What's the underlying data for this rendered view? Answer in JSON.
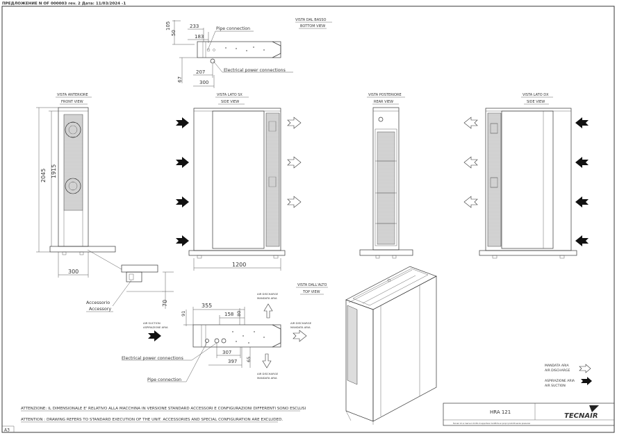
{
  "header": {
    "doc_ref": "ПРЕДЛОЖЕНИЕ N OF 000003 rev. 2 Дата: 11/03/2024 -1"
  },
  "bottom_view": {
    "title_it": "VISTA DAL BASSO",
    "title_en": "BOTTOM VIEW",
    "dims": [
      "105",
      "50",
      "233",
      "183",
      "207",
      "300",
      "67"
    ],
    "pipe_label": "Pipe connection",
    "elec_label": "Electrical power connections"
  },
  "front_view": {
    "title_it": "VISTA ANTERIORE",
    "title_en": "FRONT VIEW",
    "dims": [
      "2045",
      "1915",
      "300"
    ],
    "accessory_it": "Accessorio",
    "accessory_en": "Accessory",
    "accessory_dim": "70"
  },
  "left_side_view": {
    "title_it": "VISTA LATO SX",
    "title_en": "SIDE VIEW",
    "width_dim": "1200"
  },
  "rear_view": {
    "title_it": "VISTA POSTERIORE",
    "title_en": "REAR VIEW"
  },
  "right_side_view": {
    "title_it": "VISTA LATO DX",
    "title_en": "SIDE VIEW"
  },
  "top_view": {
    "title_it": "VISTA DALL'ALTO",
    "title_en": "TOP VIEW",
    "dims": [
      "91",
      "355",
      "158",
      "80",
      "307",
      "397",
      "65"
    ],
    "air_discharge_top_en": "AIR DISCHARGE",
    "air_discharge_top_it": "MANDATA ARIA",
    "air_discharge_right_en": "AIR DISCHARGE",
    "air_discharge_right_it": "MANDATA ARIA",
    "air_discharge_bottom_en": "AIR DISCHARGE",
    "air_discharge_bottom_it": "MANDATA ARIA",
    "air_suction_en": "AIR SUCTION",
    "air_suction_it": "ASPIRAZIONE ARIA",
    "elec_label": "Electrical power connections",
    "pipe_label": "Pipe connection"
  },
  "legend": {
    "discharge_it": "MANDATA ARIA",
    "discharge_en": "AIR DISCHARGE",
    "suction_it": "ASPIRAZIONE ARIA",
    "suction_en": "AIR SUCTION"
  },
  "notes": {
    "it": "ATTENZIONE: IL DIMENSIONALE E' RELATIVO ALLA MACCHINA IN VERSIONE STANDARD ACCESSORI E CONFIGURAZIONI DIFFERENTI SONO ESCLUSI",
    "en": "ATTENTION : DRAWING REFERS TO STANDARD EXECUTION OF THE UNIT. ACCESSORIES AND SPECIAL CONFIGURATION ARE EXCLUDED."
  },
  "title_block": {
    "model": "HRA 121",
    "brand": "TECNAIR",
    "disclaimer": "Tecnair LV si riserva il diritto di apportare modifiche ai propri prodotti senza preavviso"
  },
  "sheet_size": "A3"
}
